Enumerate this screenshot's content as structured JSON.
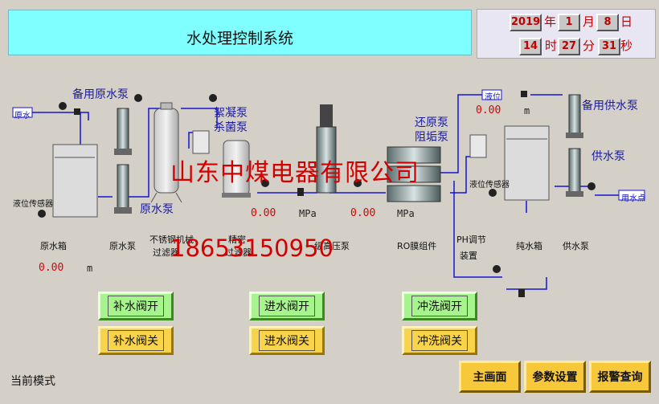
{
  "header": {
    "title": "水处理控制系统"
  },
  "clock": {
    "year": "2019",
    "year_unit": "年",
    "month": "1",
    "month_unit": "月",
    "day": "8",
    "day_unit": "日",
    "hour": "14",
    "hour_unit": "时",
    "minute": "27",
    "minute_unit": "分",
    "second": "31",
    "second_unit": "秒"
  },
  "diagram": {
    "labels": {
      "raw_water_in": "原水",
      "backup_raw_pump": "备用原水泵",
      "raw_pump_main": "原水泵",
      "level_sensor_1": "液位传感器",
      "raw_tank": "原水箱",
      "raw_pump": "原水泵",
      "filter_ss": "不锈钢机械",
      "filter_ss2": "过滤器",
      "precision_filter": "精密",
      "precision_filter2": "过滤器",
      "high_pressure_pump": "一级高压泵",
      "ro_module": "RO膜组件",
      "ph_adjust": "PH调节",
      "ph_adjust2": "装置",
      "pure_tank": "纯水箱",
      "supply_pump": "供水泵",
      "coagulant_pump": "絮凝泵",
      "sterilize_pump": "杀菌泵",
      "reduce_pump": "还原泵",
      "scale_pump": "阻垢泵",
      "backup_supply_pump": "备用供水泵",
      "supply_pump_main": "供水泵",
      "level_sensor_2": "液位传感器",
      "level_box": "液位",
      "supply_out": "用水点",
      "unit_m_1": "m",
      "unit_m_2": "m",
      "unit_mpa_1": "MPa",
      "unit_mpa_2": "MPa"
    },
    "values": {
      "raw_level": "0.00",
      "pure_level": "0.00",
      "pressure_1": "0.00",
      "pressure_2": "0.00"
    },
    "watermark_company": "山东中煤电器有限公司",
    "watermark_phone": "18653150950"
  },
  "controls": {
    "fill_open": "补水阀开",
    "fill_close": "补水阀关",
    "inlet_open": "进水阀开",
    "inlet_close": "进水阀关",
    "flush_open": "冲洗阀开",
    "flush_close": "冲洗阀关"
  },
  "footer": {
    "mode_label": "当前模式",
    "main_screen": "主画面",
    "param_settings": "参数设置",
    "alarm_query": "报警查询"
  },
  "colors": {
    "title_bg": "#7fffff",
    "pipe": "#1515d0",
    "value_red": "#e00000",
    "btn_green": "#a6f48c",
    "btn_yellow": "#f9d34a"
  }
}
